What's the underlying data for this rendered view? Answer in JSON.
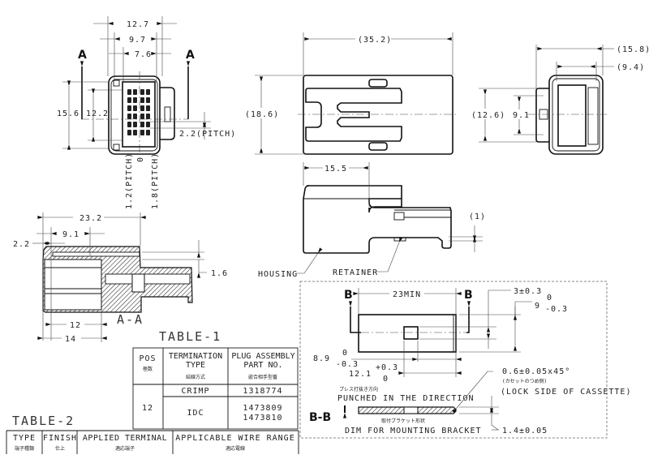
{
  "front_view": {
    "dim_width_outer": "12.7",
    "dim_width_mid": "9.7",
    "dim_width_inner": "7.6",
    "dim_height_outer": "15.6",
    "dim_height_inner": "12.2",
    "dim_pitch_vertical": "2.2(PITCH)",
    "dim_pitch_1": "1.2(PITCH)",
    "dim_zero": "0",
    "dim_pitch_2": "1.8(PITCH)",
    "section_mark_left": "A",
    "section_mark_right": "A"
  },
  "top_view": {
    "dim_length": "(35.2)",
    "dim_height": "(18.6)"
  },
  "rear_view": {
    "dim_width_outer": "(15.8)",
    "dim_width_inner": "(9.4)",
    "dim_height_outer": "(12.6)",
    "dim_height_inner": "9.1"
  },
  "side_view": {
    "dim_length": "15.5",
    "dim_gap": "(1)",
    "label_housing": "HOUSING",
    "label_retainer": "RETAINER"
  },
  "section_aa": {
    "dim_length": "23.2",
    "dim_offset": "9.1",
    "dim_lip": "2.2",
    "dim_thickness": "1.6",
    "dim_inner": "12",
    "dim_outer": "14",
    "title": "A-A"
  },
  "table1": {
    "title": "TABLE-1",
    "headers": [
      {
        "en": "POS",
        "jp": "極数"
      },
      {
        "en": "TERMINATION TYPE",
        "jp": "結線方式"
      },
      {
        "en": "PLUG ASSEMBLY PART NO.",
        "jp": "嵌合相手型番"
      }
    ],
    "pos": "12",
    "rows": [
      {
        "type": "CRIMP",
        "parts": [
          "1318774"
        ]
      },
      {
        "type": "IDC",
        "parts": [
          "1473809",
          "1473810"
        ]
      }
    ]
  },
  "table2": {
    "title": "TABLE-2",
    "headers": [
      {
        "en": "TYPE",
        "jp": "端子種類"
      },
      {
        "en": "FINISH",
        "jp": "仕上"
      },
      {
        "en": "APPLIED TERMINAL",
        "jp": "適応端子"
      },
      {
        "en": "APPLICABLE WIRE RANGE",
        "jp": "適応電線"
      }
    ]
  },
  "bracket": {
    "section_mark_left": "B",
    "section_mark_right": "B",
    "dim_length": "23MIN",
    "dim_hole": "3±0.3",
    "dim_width": "9",
    "dim_width_tol_upper": "0",
    "dim_width_tol_lower": "-0.3",
    "dim_hole_pos": "8.9",
    "dim_hole_pos_tol_upper": "0",
    "dim_hole_pos_tol_lower": "-0.3",
    "dim_hole_pos2": "12.1",
    "dim_hole_pos2_tol_upper": "+0.3",
    "dim_hole_pos2_tol_lower": "0",
    "chamfer": "0.6±0.05x45°",
    "chamfer_note_jp": "(カセットのつめ側)",
    "chamfer_note": "(LOCK SIDE OF CASSETTE)",
    "punch_jp": "プレス打抜き方向",
    "punch": "PUNCHED IN THE DIRECTION",
    "section_title": "B-B",
    "caption_jp": "取付ブラケット形状",
    "caption": "DIM FOR MOUNTING BRACKET",
    "dim_thickness": "1.4±0.05"
  }
}
